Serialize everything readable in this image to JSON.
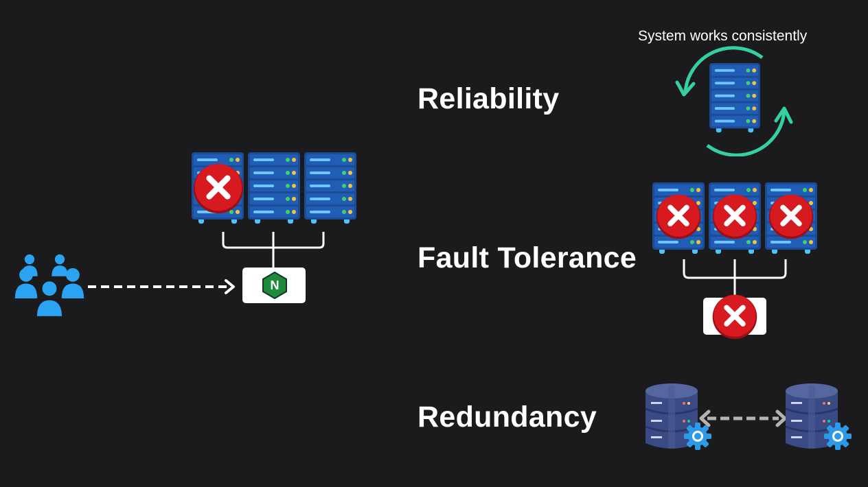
{
  "headings": {
    "reliability": "Reliability",
    "fault_tolerance": "Fault Tolerance",
    "redundancy": "Redundancy"
  },
  "captions": {
    "reliability_note": "System works consistently"
  },
  "load_balancer": {
    "badge_letter": "N"
  },
  "colors": {
    "background": "#1b1b1e",
    "server_blue": "#1c4f9c",
    "failure_red": "#d71920",
    "cycle_green": "#35d0a0",
    "users_blue": "#29a3f2",
    "lb_green": "#1e8a3c"
  },
  "icons": {
    "users": "users-group-icon",
    "server": "server-rack-icon",
    "failure": "x-circle-icon",
    "load_balancer": "nginx-icon",
    "database": "database-gear-icon",
    "cycle": "refresh-cycle-icon"
  }
}
